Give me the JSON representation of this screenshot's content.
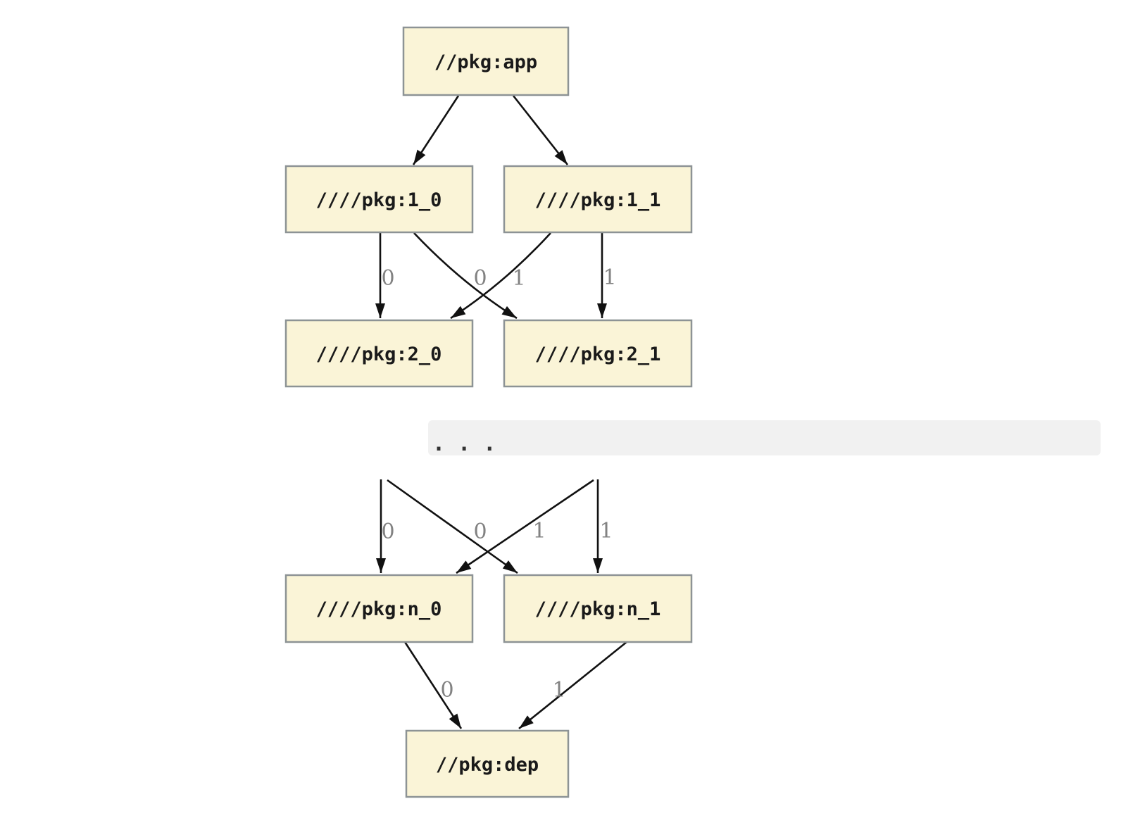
{
  "colors": {
    "background": "#ffffff",
    "node_fill": "#faf4d7",
    "node_border": "#8d9395",
    "node_text": "#1a1a1a",
    "edge_color": "#111111",
    "edge_label_color": "#828282",
    "band_fill": "#f1f1f1",
    "dots_color": "#333333"
  },
  "graph": {
    "type": "dependency-graph",
    "nodes": [
      {
        "id": "app",
        "label": "//pkg:app"
      },
      {
        "id": "pkg_1_0",
        "label": "////pkg:1_0"
      },
      {
        "id": "pkg_1_1",
        "label": "////pkg:1_1"
      },
      {
        "id": "pkg_2_0",
        "label": "////pkg:2_0"
      },
      {
        "id": "pkg_2_1",
        "label": "////pkg:2_1"
      },
      {
        "id": "pkg_n_0",
        "label": "////pkg:n_0"
      },
      {
        "id": "pkg_n_1",
        "label": "////pkg:n_1"
      },
      {
        "id": "dep",
        "label": "//pkg:dep"
      }
    ],
    "edges": [
      {
        "from": "app",
        "to": "pkg_1_0",
        "label": ""
      },
      {
        "from": "app",
        "to": "pkg_1_1",
        "label": ""
      },
      {
        "from": "pkg_1_0",
        "to": "pkg_2_0",
        "label": "0"
      },
      {
        "from": "pkg_1_0",
        "to": "pkg_2_1",
        "label": "1"
      },
      {
        "from": "pkg_1_1",
        "to": "pkg_2_0",
        "label": "0"
      },
      {
        "from": "pkg_1_1",
        "to": "pkg_2_1",
        "label": "1"
      },
      {
        "from": "ellipsis-left",
        "to": "pkg_n_0",
        "label": "0"
      },
      {
        "from": "ellipsis-left",
        "to": "pkg_n_1",
        "label": "1"
      },
      {
        "from": "ellipsis-right",
        "to": "pkg_n_0",
        "label": "0"
      },
      {
        "from": "ellipsis-right",
        "to": "pkg_n_1",
        "label": "1"
      },
      {
        "from": "pkg_n_0",
        "to": "dep",
        "label": "0"
      },
      {
        "from": "pkg_n_1",
        "to": "dep",
        "label": "1"
      }
    ],
    "ellipsis_text": ". . ."
  }
}
